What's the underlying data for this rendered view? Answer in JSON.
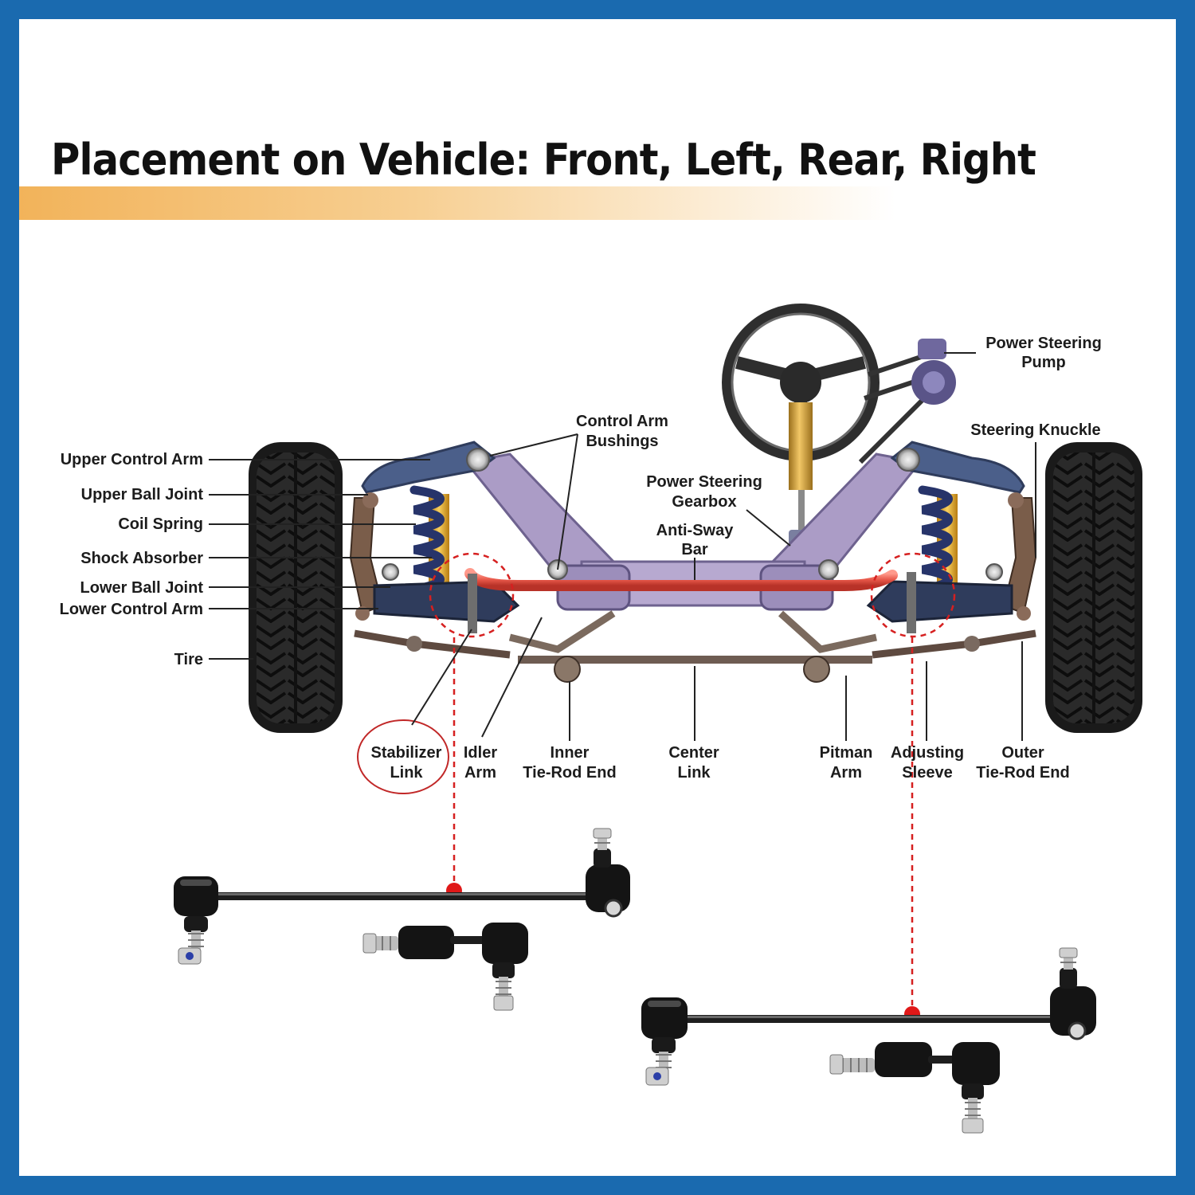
{
  "title": "Placement on Vehicle: Front, Left, Rear, Right",
  "labels": {
    "upper_control_arm": "Upper Control Arm",
    "upper_ball_joint": "Upper Ball Joint",
    "coil_spring": "Coil Spring",
    "shock_absorber": "Shock Absorber",
    "lower_ball_joint": "Lower Ball Joint",
    "lower_control_arm": "Lower Control Arm",
    "tire": "Tire",
    "control_arm_bushings": [
      "Control Arm",
      "Bushings"
    ],
    "power_steering_gearbox": [
      "Power Steering",
      "Gearbox"
    ],
    "anti_sway_bar": [
      "Anti-Sway",
      "Bar"
    ],
    "power_steering_pump": [
      "Power Steering",
      "Pump"
    ],
    "steering_knuckle": "Steering Knuckle",
    "stabilizer_link": [
      "Stabilizer",
      "Link"
    ],
    "idler_arm": [
      "Idler",
      "Arm"
    ],
    "inner_tie_rod_end": [
      "Inner",
      "Tie-Rod End"
    ],
    "center_link": [
      "Center",
      "Link"
    ],
    "pitman_arm": [
      "Pitman",
      "Arm"
    ],
    "adjusting_sleeve": [
      "Adjusting",
      "Sleeve"
    ],
    "outer_tie_rod_end": [
      "Outer",
      "Tie-Rod End"
    ]
  },
  "colors": {
    "border": "#1a6aaf",
    "title_band": "#f2b35a",
    "frame_purple": "#a99ac4",
    "arm_blue": "#4b5f8a",
    "sway_bar": "#e8584a",
    "highlight_red": "#d62020",
    "shock_yellow": "#f2b128",
    "steering_column": "#d8a237"
  },
  "icons": {
    "steering_wheel": "steering-wheel-icon",
    "tire": "tire-icon",
    "stabilizer_link": "stabilizer-link-icon"
  }
}
